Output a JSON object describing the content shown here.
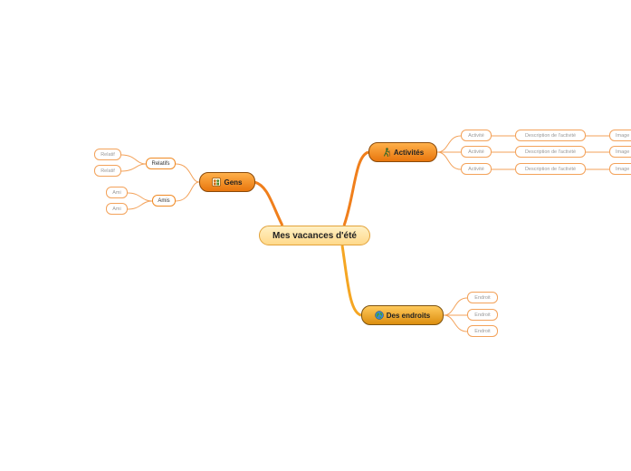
{
  "central": {
    "label": "Mes vacances d'été"
  },
  "branches": {
    "gens": {
      "label": "Gens",
      "icon": "people-icon",
      "groups": [
        {
          "label": "Relatifs",
          "leaves": [
            "Relatif",
            "Relatif"
          ]
        },
        {
          "label": "Amis",
          "leaves": [
            "Ami",
            "Ami"
          ]
        }
      ]
    },
    "activites": {
      "label": "Activités",
      "icon": "hiker-icon",
      "rows": [
        {
          "activity": "Activité",
          "description": "Description de l'activité",
          "image": "Image"
        },
        {
          "activity": "Activité",
          "description": "Description de l'activité",
          "image": "Image"
        },
        {
          "activity": "Activité",
          "description": "Description de l'activité",
          "image": "Image"
        }
      ]
    },
    "endroits": {
      "label": "Des endroits",
      "icon": "globe-icon",
      "leaves": [
        "Endroit",
        "Endroit",
        "Endroit"
      ]
    }
  },
  "colors": {
    "accent": "#f08a24",
    "branch_fill": "#e8760d",
    "central_fill": "#ffe3a0",
    "connector": "#f39a3c"
  }
}
